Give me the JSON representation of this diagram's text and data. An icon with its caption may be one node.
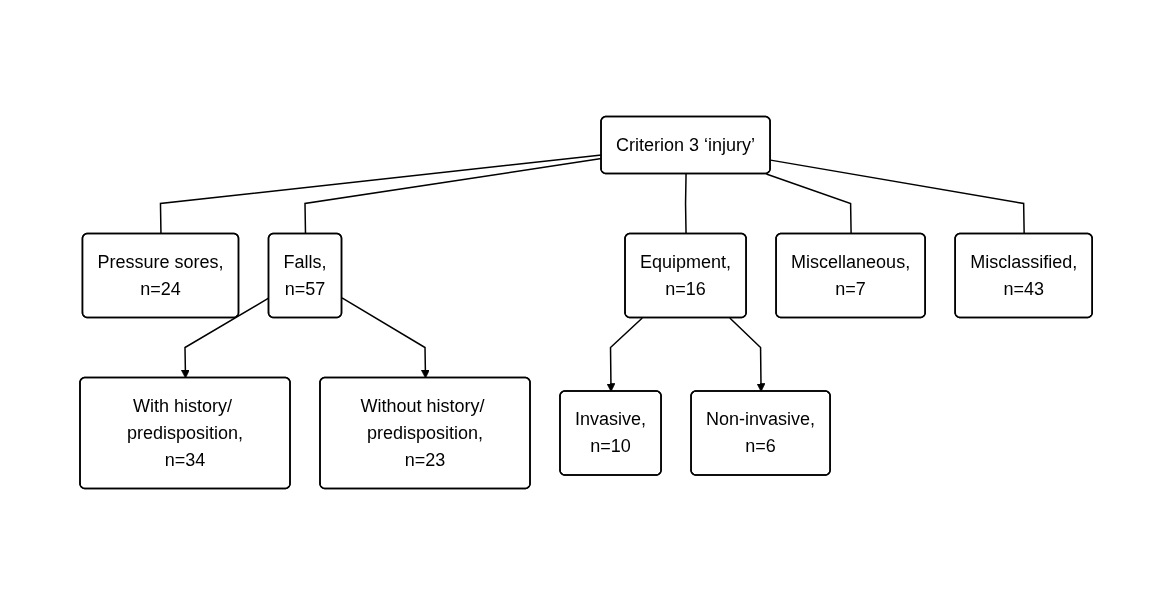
{
  "diagram": {
    "nodes": [
      {
        "text": [
          "Criterion 3 ‘injury’"
        ]
      },
      {
        "text": [
          "Pressure sores,",
          "n=24"
        ]
      },
      {
        "text": [
          "Falls,",
          "n=57"
        ]
      },
      {
        "text": [
          "Equipment,",
          "n=16"
        ]
      },
      {
        "text": [
          "Miscellaneous,",
          "n=7"
        ]
      },
      {
        "text": [
          "Misclassified,",
          "n=43"
        ]
      },
      {
        "text": [
          "Invasive,",
          "n=10"
        ]
      },
      {
        "text": [
          "Non-invasive,",
          "n=6"
        ]
      },
      {
        "text": [
          "With history/ predisposition,",
          "n=34"
        ]
      },
      {
        "text": [
          "Without history/ predisposition,",
          "n=23"
        ]
      }
    ],
    "edges": [
      {
        "from": 0,
        "to": 1,
        "arrow": "none"
      },
      {
        "from": 0,
        "to": 2,
        "arrow": "none"
      },
      {
        "from": 0,
        "to": 3,
        "arrow": "none"
      },
      {
        "from": 0,
        "to": 4,
        "arrow": "none"
      },
      {
        "from": 0,
        "to": 5,
        "arrow": "none"
      },
      {
        "from": 3,
        "to": 6,
        "arrow": "to"
      },
      {
        "from": 3,
        "to": 7,
        "arrow": "to"
      },
      {
        "from": 2,
        "to": 8,
        "arrow": "to"
      },
      {
        "from": 2,
        "to": 9,
        "arrow": "to"
      }
    ]
  }
}
